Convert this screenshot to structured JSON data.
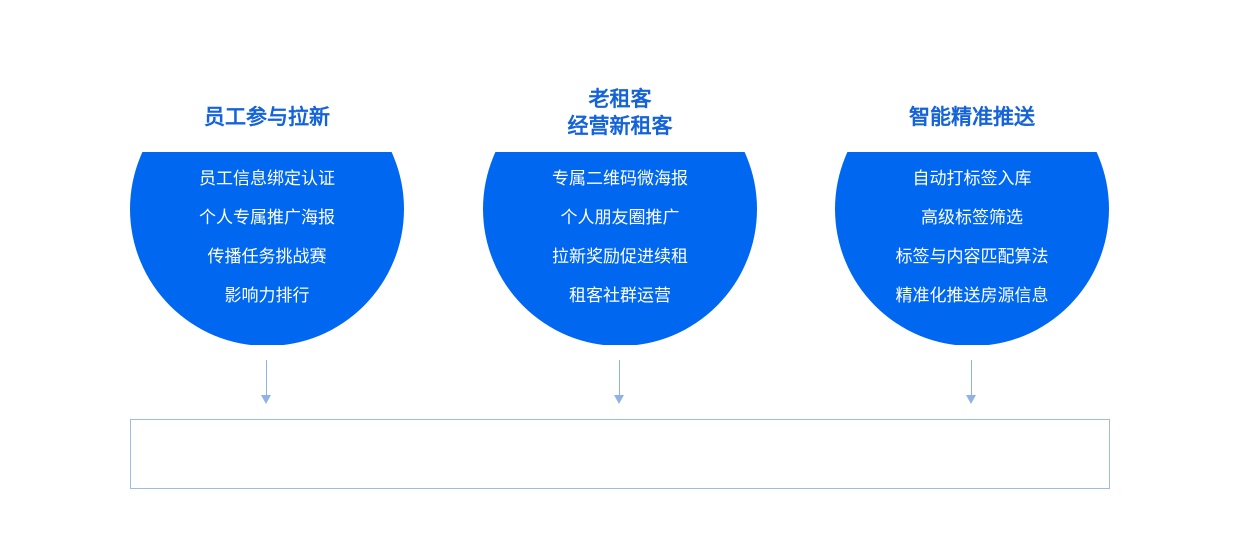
{
  "columns": [
    {
      "title_lines": [
        "员工参与拉新"
      ],
      "items": [
        "员工信息绑定认证",
        "个人专属推广海报",
        "传播任务挑战赛",
        "影响力排行"
      ]
    },
    {
      "title_lines": [
        "老租客",
        "经营新租客"
      ],
      "items": [
        "专属二维码微海报",
        "个人朋友圈推广",
        "拉新奖励促进续租",
        "租客社群运营"
      ]
    },
    {
      "title_lines": [
        "智能精准推送"
      ],
      "items": [
        "自动打标签入库",
        "高级标签筛选",
        "标签与内容匹配算法",
        "精准化推送房源信息"
      ]
    }
  ],
  "colors": {
    "title": "#1463d8",
    "circle": "#0068f0",
    "item_text": "#ffffff",
    "arrow": "#8fb3e8",
    "box_border": "#9dbbe6"
  }
}
